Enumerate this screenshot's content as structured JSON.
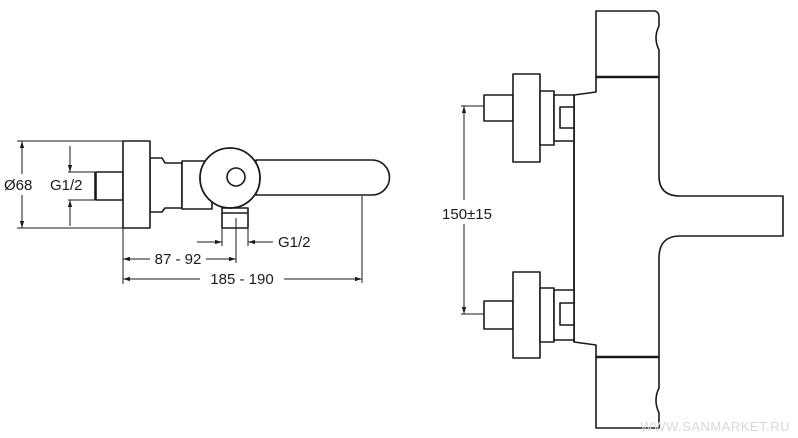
{
  "side_view": {
    "dim_diameter": "Ø68",
    "dim_inlet_thread": "G1/2",
    "dim_outlet_thread": "G1/2",
    "dim_outlet_offset": "87 - 92",
    "dim_total_depth": "185 - 190"
  },
  "front_view": {
    "dim_inlet_spacing": "150±15"
  },
  "watermark": "WWW.SANMARKET.RU",
  "colors": {
    "line": "#1a1a1a",
    "background": "#ffffff",
    "watermark": "#d8d8d8"
  }
}
